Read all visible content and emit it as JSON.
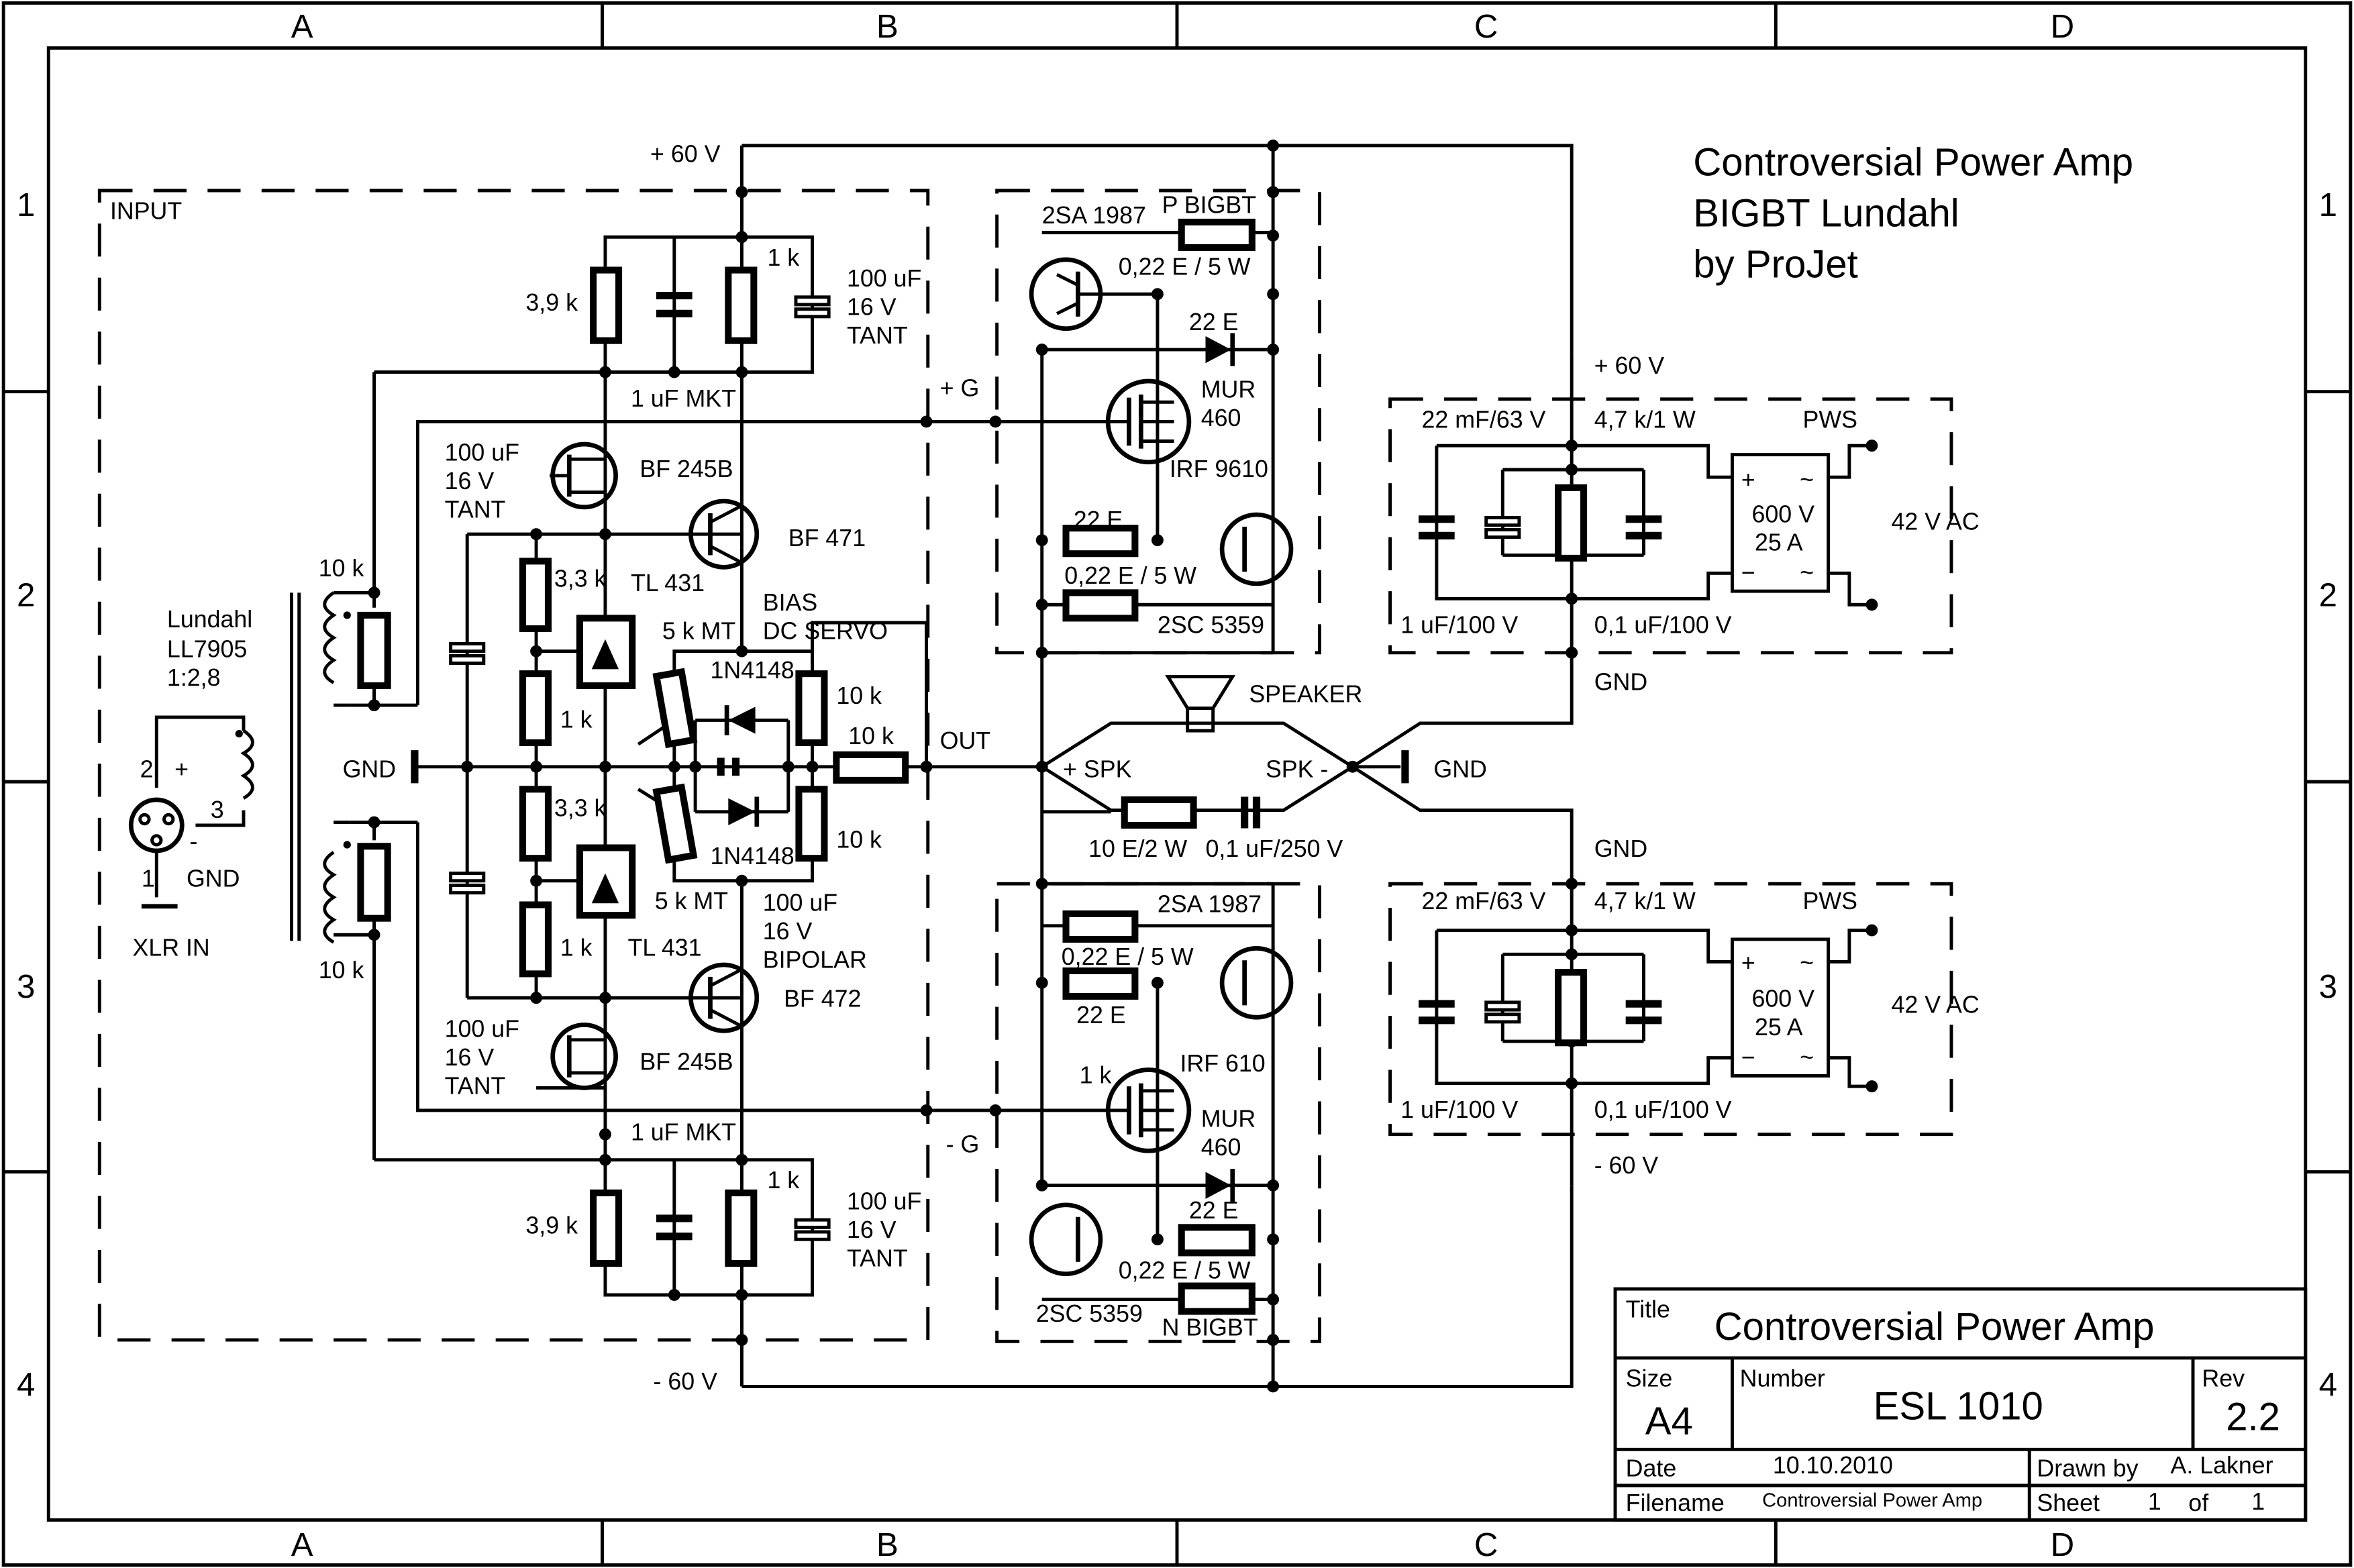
{
  "frame": {
    "col_labels": [
      "A",
      "B",
      "C",
      "D"
    ],
    "row_labels": [
      "1",
      "2",
      "3",
      "4"
    ]
  },
  "heading": {
    "line1": "Controversial Power Amp",
    "line2": "BIGBT Lundahl",
    "line3": "by ProJet"
  },
  "title_block": {
    "title_label": "Title",
    "title_value": "Controversial Power Amp",
    "size_label": "Size",
    "size_value": "A4",
    "number_label": "Number",
    "number_value": "ESL 1010",
    "rev_label": "Rev",
    "rev_value": "2.2",
    "date_label": "Date",
    "date_value": "10.10.2010",
    "drawn_label": "Drawn by",
    "drawn_value": "A. Lakner",
    "filename_label": "Filename",
    "filename_value": "Controversial Power Amp",
    "sheet_label": "Sheet",
    "sheet_value": "1",
    "of_label": "of",
    "of_value": "1"
  },
  "input": {
    "box_label": "INPUT",
    "xlr": {
      "pin2": "2",
      "pin_plus": "+",
      "pin3": "3",
      "pin_minus": "-",
      "pin1": "1",
      "gnd": "GND",
      "label": "XLR IN"
    },
    "transformer": {
      "name": "Lundahl",
      "model": "LL7905",
      "ratio": "1:2,8"
    },
    "r_top": "10 k",
    "r_bottom": "10 k",
    "gnd": "GND"
  },
  "rails": {
    "pos": "+ 60 V",
    "neg": "- 60 V"
  },
  "upper_half": {
    "r_3k9": "3,9 k",
    "r_1k": "1 k",
    "cap_100uf": [
      "100 uF",
      "16 V",
      "TANT"
    ],
    "cap_1uf": "1 uF MKT",
    "cap_left": [
      "100 uF",
      "16 V",
      "TANT"
    ],
    "jfet": "BF 245B",
    "bjt": "BF 471",
    "r_3k3": "3,3 k",
    "tl": "TL 431",
    "r_1k_b": "1 k"
  },
  "bias": {
    "title1": "BIAS",
    "title2": "DC SERVO",
    "pot_top": "5 k MT",
    "diode_top": "1N4148",
    "r_top": "10 k",
    "r_out": "10 k",
    "diode_bottom": "1N4148",
    "r_bottom": "10 k",
    "pot_bottom": "5 k MT",
    "cap": [
      "100 uF",
      "16 V",
      "BIPOLAR"
    ],
    "out": "OUT"
  },
  "lower_half": {
    "r_3k3": "3,3 k",
    "r_1k": "1 k",
    "tl": "TL 431",
    "bjt": "BF 472",
    "cap_left": [
      "100 uF",
      "16 V",
      "TANT"
    ],
    "jfet": "BF 245B",
    "cap_1uf": "1 uF MKT",
    "r_3k9": "3,9 k",
    "r_1k_b": "1 k",
    "cap_100uf": [
      "100 uF",
      "16 V",
      "TANT"
    ]
  },
  "output_p": {
    "q": "2SA 1987",
    "bigbt": "P BIGBT",
    "r_022": "0,22 E / 5 W",
    "r_22": "22 E",
    "mur": [
      "MUR",
      "460"
    ],
    "g": "+ G",
    "mos": "IRF 9610",
    "r_22b": "22 E",
    "r_022b": "0,22 E / 5 W",
    "q2": "2SC 5359"
  },
  "output_n": {
    "q": "2SA 1987",
    "r_022": "0,22 E / 5 W",
    "r_22": "22 E",
    "r_1k": "1 k",
    "mos": "IRF 610",
    "mur": [
      "MUR",
      "460"
    ],
    "g": "- G",
    "r_22b": "22 E",
    "r_022b": "0,22 E / 5 W",
    "q2": "2SC 5359",
    "bigbt": "N BIGBT"
  },
  "speaker": {
    "label": "SPEAKER",
    "spk_pos": "+ SPK",
    "spk_neg": "SPK -",
    "gnd": "GND",
    "zobel_r": "10 E/2 W",
    "zobel_c": "0,1 uF/250 V"
  },
  "psu_top": {
    "rail": "+ 60 V",
    "c_big": "22 mF/63 V",
    "r": "4,7 k/1 W",
    "pws": "PWS",
    "bridge_plus": "+",
    "bridge_minus": "−",
    "bridge_ac1": "~",
    "bridge_ac2": "~",
    "bridge_v": "600 V",
    "bridge_a": "25 A",
    "ac": "42 V AC",
    "c_1uf": "1 uF/100 V",
    "c_01uf": "0,1 uF/100 V",
    "gnd": "GND"
  },
  "psu_bottom": {
    "gnd": "GND",
    "c_big": "22 mF/63 V",
    "r": "4,7 k/1 W",
    "pws": "PWS",
    "bridge_plus": "+",
    "bridge_minus": "−",
    "bridge_ac1": "~",
    "bridge_ac2": "~",
    "bridge_v": "600 V",
    "bridge_a": "25 A",
    "ac": "42 V AC",
    "c_1uf": "1 uF/100 V",
    "c_01uf": "0,1 uF/100 V",
    "rail": "- 60 V"
  }
}
